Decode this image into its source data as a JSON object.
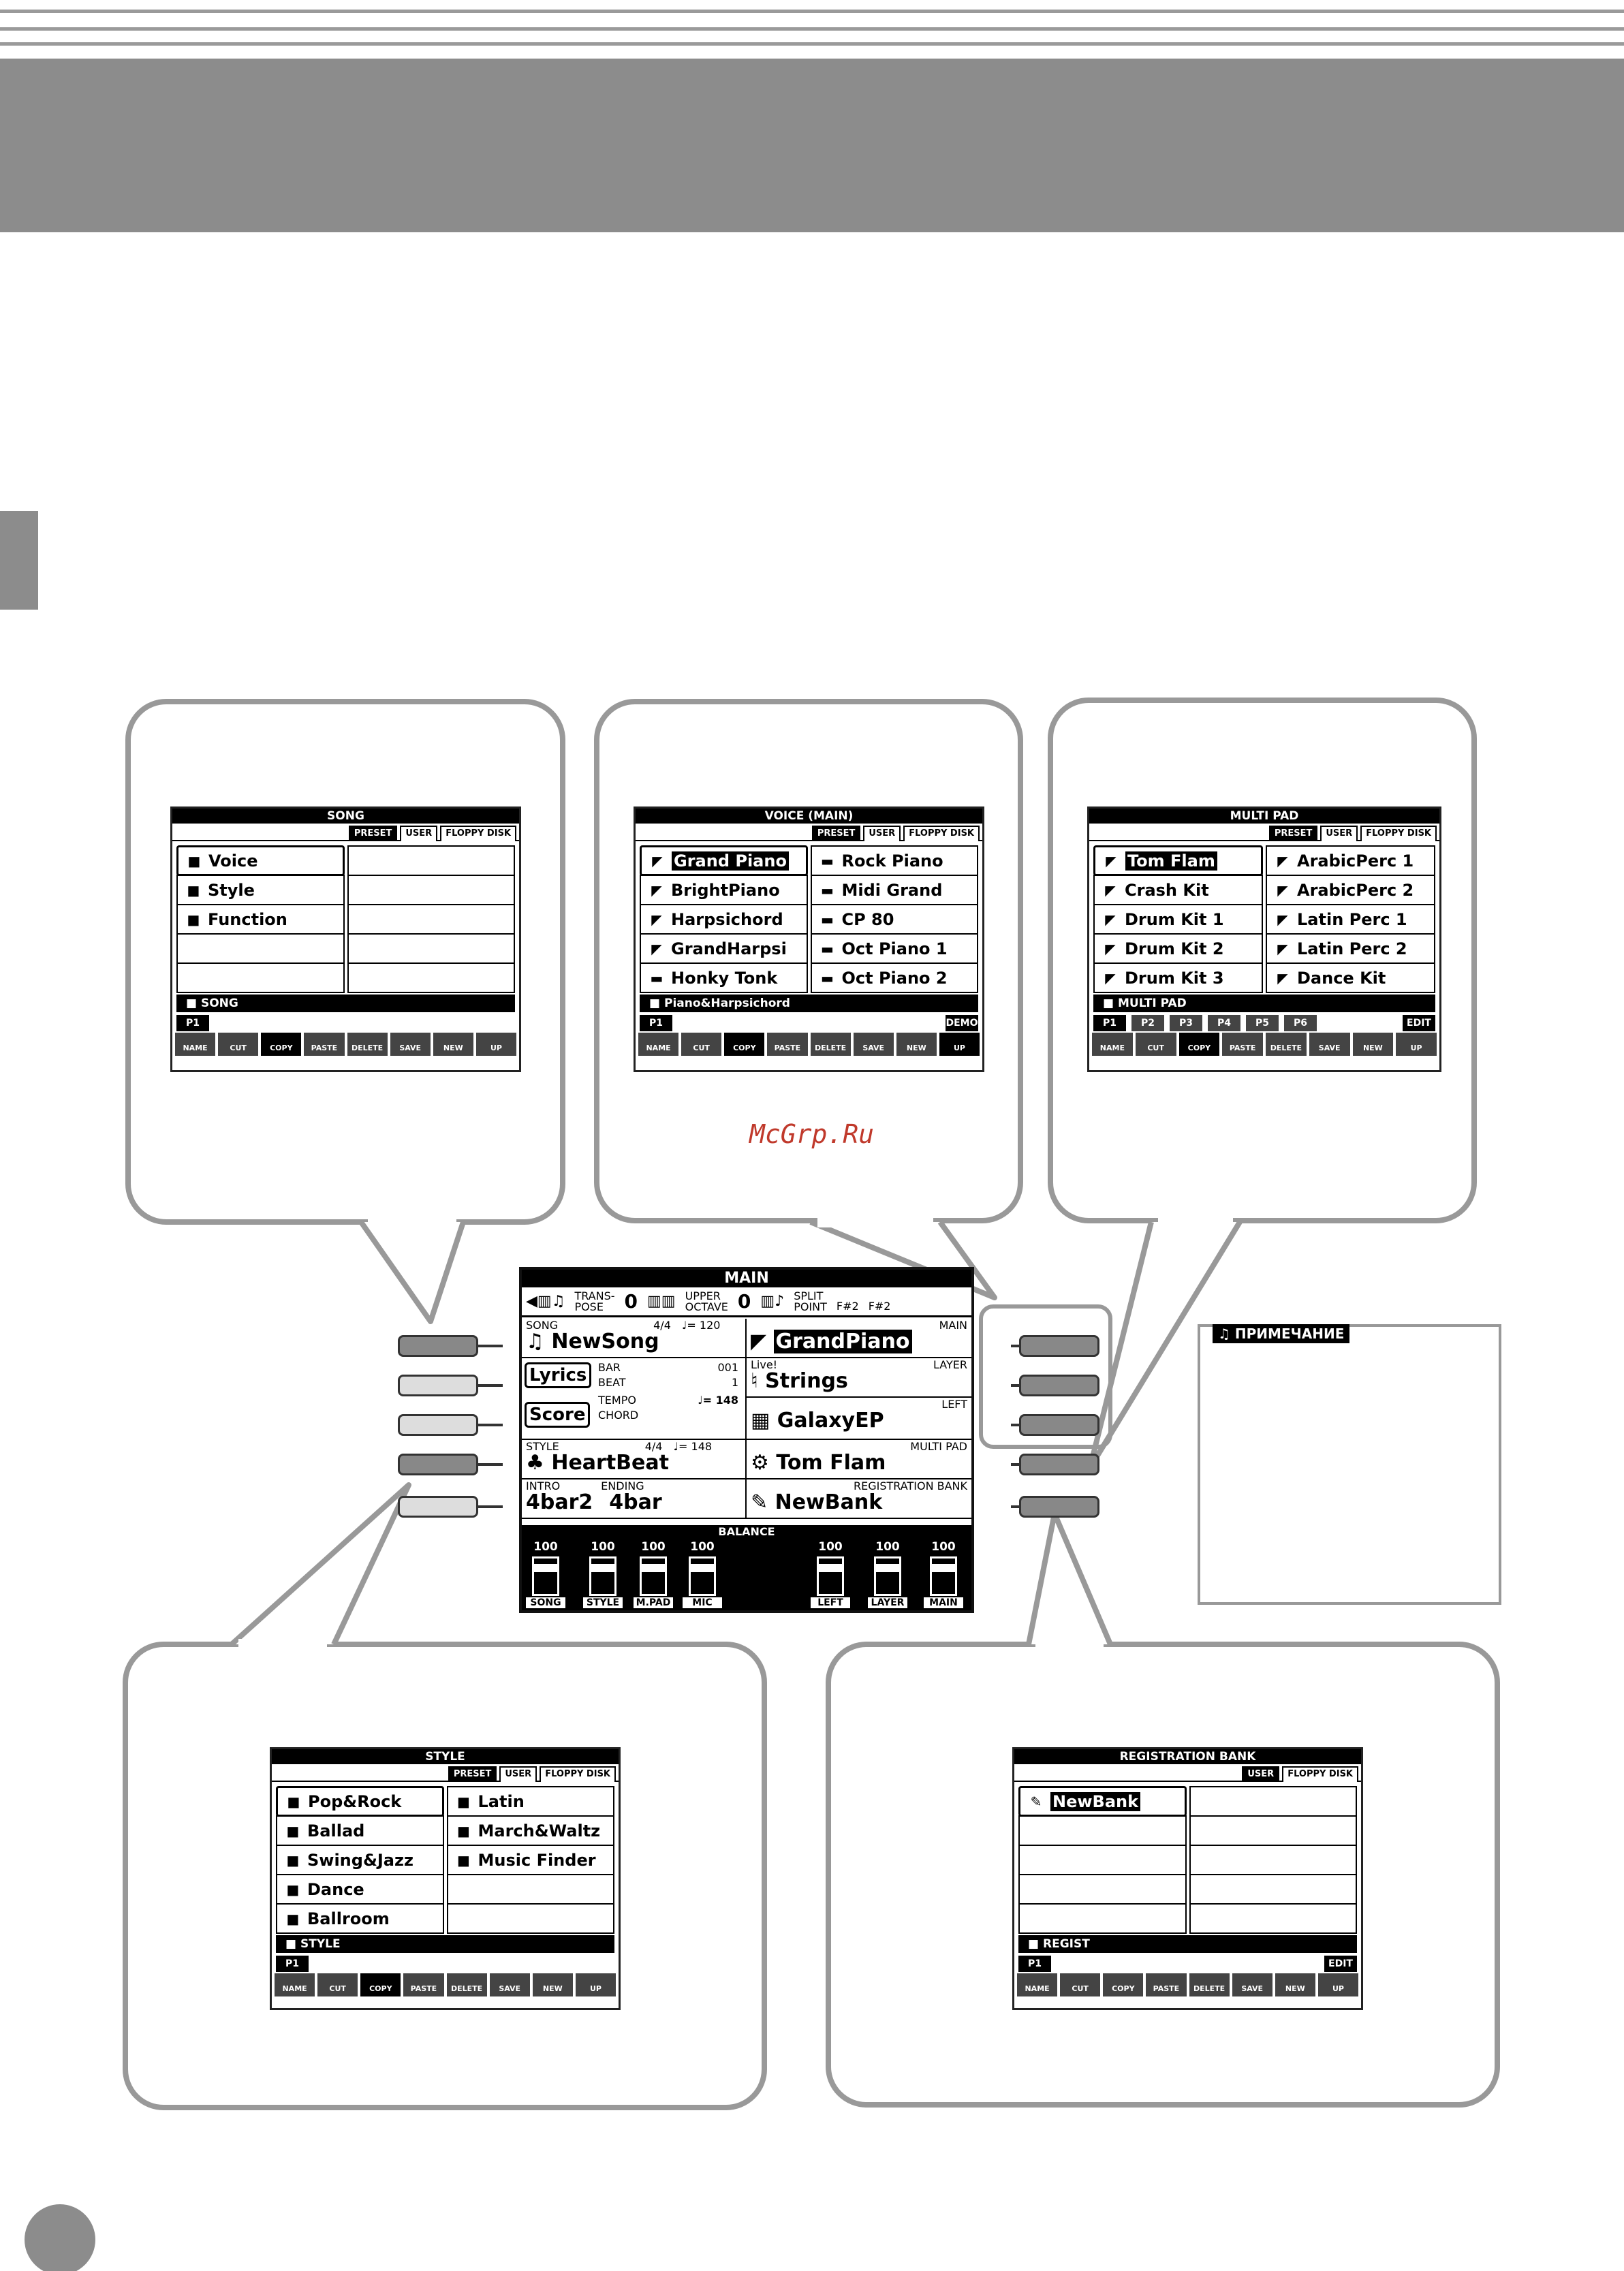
{
  "watermark": "McGrp.Ru",
  "song_screen": {
    "title": "SONG",
    "tabs": [
      "PRESET",
      "USER",
      "FLOPPY DISK"
    ],
    "items": [
      "Voice",
      "Style",
      "Function",
      "",
      "",
      "",
      "",
      "",
      "",
      ""
    ],
    "path": "SONG",
    "pages": [
      "P1"
    ],
    "buttons": [
      "NAME",
      "CUT",
      "COPY",
      "PASTE",
      "DELETE",
      "SAVE",
      "NEW",
      "UP"
    ]
  },
  "voice_screen": {
    "title": "VOICE (MAIN)",
    "tabs": [
      "PRESET",
      "USER",
      "FLOPPY DISK"
    ],
    "items": [
      "Grand Piano",
      "Rock Piano",
      "BrightPiano",
      "Midi Grand",
      "Harpsichord",
      "CP 80",
      "GrandHarpsi",
      "Oct Piano 1",
      "Honky Tonk",
      "Oct Piano 2"
    ],
    "path": "Piano&Harpsichord",
    "pages": [
      "P1"
    ],
    "extra": "DEMO",
    "buttons": [
      "NAME",
      "CUT",
      "COPY",
      "PASTE",
      "DELETE",
      "SAVE",
      "NEW",
      "UP"
    ]
  },
  "multipad_screen": {
    "title": "MULTI PAD",
    "tabs": [
      "PRESET",
      "USER",
      "FLOPPY DISK"
    ],
    "items": [
      "Tom Flam",
      "ArabicPerc 1",
      "Crash Kit",
      "ArabicPerc 2",
      "Drum Kit 1",
      "Latin Perc 1",
      "Drum Kit 2",
      "Latin Perc 2",
      "Drum Kit 3",
      "Dance Kit"
    ],
    "path": "MULTI PAD",
    "pages": [
      "P1",
      "P2",
      "P3",
      "P4",
      "P5",
      "P6"
    ],
    "extra": "EDIT",
    "buttons": [
      "NAME",
      "CUT",
      "COPY",
      "PASTE",
      "DELETE",
      "SAVE",
      "NEW",
      "UP"
    ]
  },
  "style_screen": {
    "title": "STYLE",
    "tabs": [
      "PRESET",
      "USER",
      "FLOPPY DISK"
    ],
    "items": [
      "Pop&Rock",
      "Latin",
      "Ballad",
      "March&Waltz",
      "Swing&Jazz",
      "Music Finder",
      "Dance",
      "",
      "Ballroom",
      ""
    ],
    "path": "STYLE",
    "pages": [
      "P1"
    ],
    "buttons": [
      "NAME",
      "CUT",
      "COPY",
      "PASTE",
      "DELETE",
      "SAVE",
      "NEW",
      "UP"
    ]
  },
  "regist_screen": {
    "title": "REGISTRATION BANK",
    "tabs": [
      "USER",
      "FLOPPY DISK"
    ],
    "items": [
      "NewBank",
      "",
      "",
      "",
      "",
      "",
      "",
      "",
      "",
      ""
    ],
    "path": "REGIST",
    "pages": [
      "P1"
    ],
    "extra": "EDIT",
    "buttons": [
      "NAME",
      "CUT",
      "COPY",
      "PASTE",
      "DELETE",
      "SAVE",
      "NEW",
      "UP"
    ]
  },
  "main_screen": {
    "title": "MAIN",
    "transpose_label": "TRANS-\nPOSE",
    "transpose_value": "0",
    "octave_label": "UPPER\nOCTAVE",
    "octave_value": "0",
    "split_label": "SPLIT\nPOINT",
    "split_a": "F#2",
    "split_l": "F#2",
    "song_label": "SONG",
    "song_meter": "4/4",
    "song_tempo": "♩= 120",
    "song_name": "NewSong",
    "lyrics": "Lyrics",
    "score": "Score",
    "bar_label": "BAR",
    "bar_value": "001",
    "beat_label": "BEAT",
    "beat_value": "1",
    "tempo_label": "TEMPO",
    "tempo_value": "♩= 148",
    "chord_label": "CHORD",
    "style_label": "STYLE",
    "style_meter": "4/4",
    "style_tempo": "♩= 148",
    "style_name": "HeartBeat",
    "intro_label": "INTRO",
    "intro_value": "4bar2",
    "ending_label": "ENDING",
    "ending_value": "4bar",
    "main_label": "MAIN",
    "main_voice": "GrandPiano",
    "live_label": "Live!",
    "layer_label": "LAYER",
    "layer_voice": "Strings",
    "left_label": "LEFT",
    "left_voice": "GalaxyEP",
    "multipad_label": "MULTI PAD",
    "multipad_value": "Tom Flam",
    "regbank_label": "REGISTRATION BANK",
    "regbank_value": "NewBank",
    "balance_label": "BALANCE",
    "faders": [
      {
        "value": "100",
        "label": "SONG"
      },
      {
        "value": "100",
        "label": "STYLE"
      },
      {
        "value": "100",
        "label": "M.PAD"
      },
      {
        "value": "100",
        "label": "MIC"
      },
      {
        "value": "100",
        "label": "LEFT"
      },
      {
        "value": "100",
        "label": "LAYER"
      },
      {
        "value": "100",
        "label": "MAIN"
      }
    ]
  },
  "note": {
    "heading": "ПРИМЕЧАНИЕ"
  }
}
